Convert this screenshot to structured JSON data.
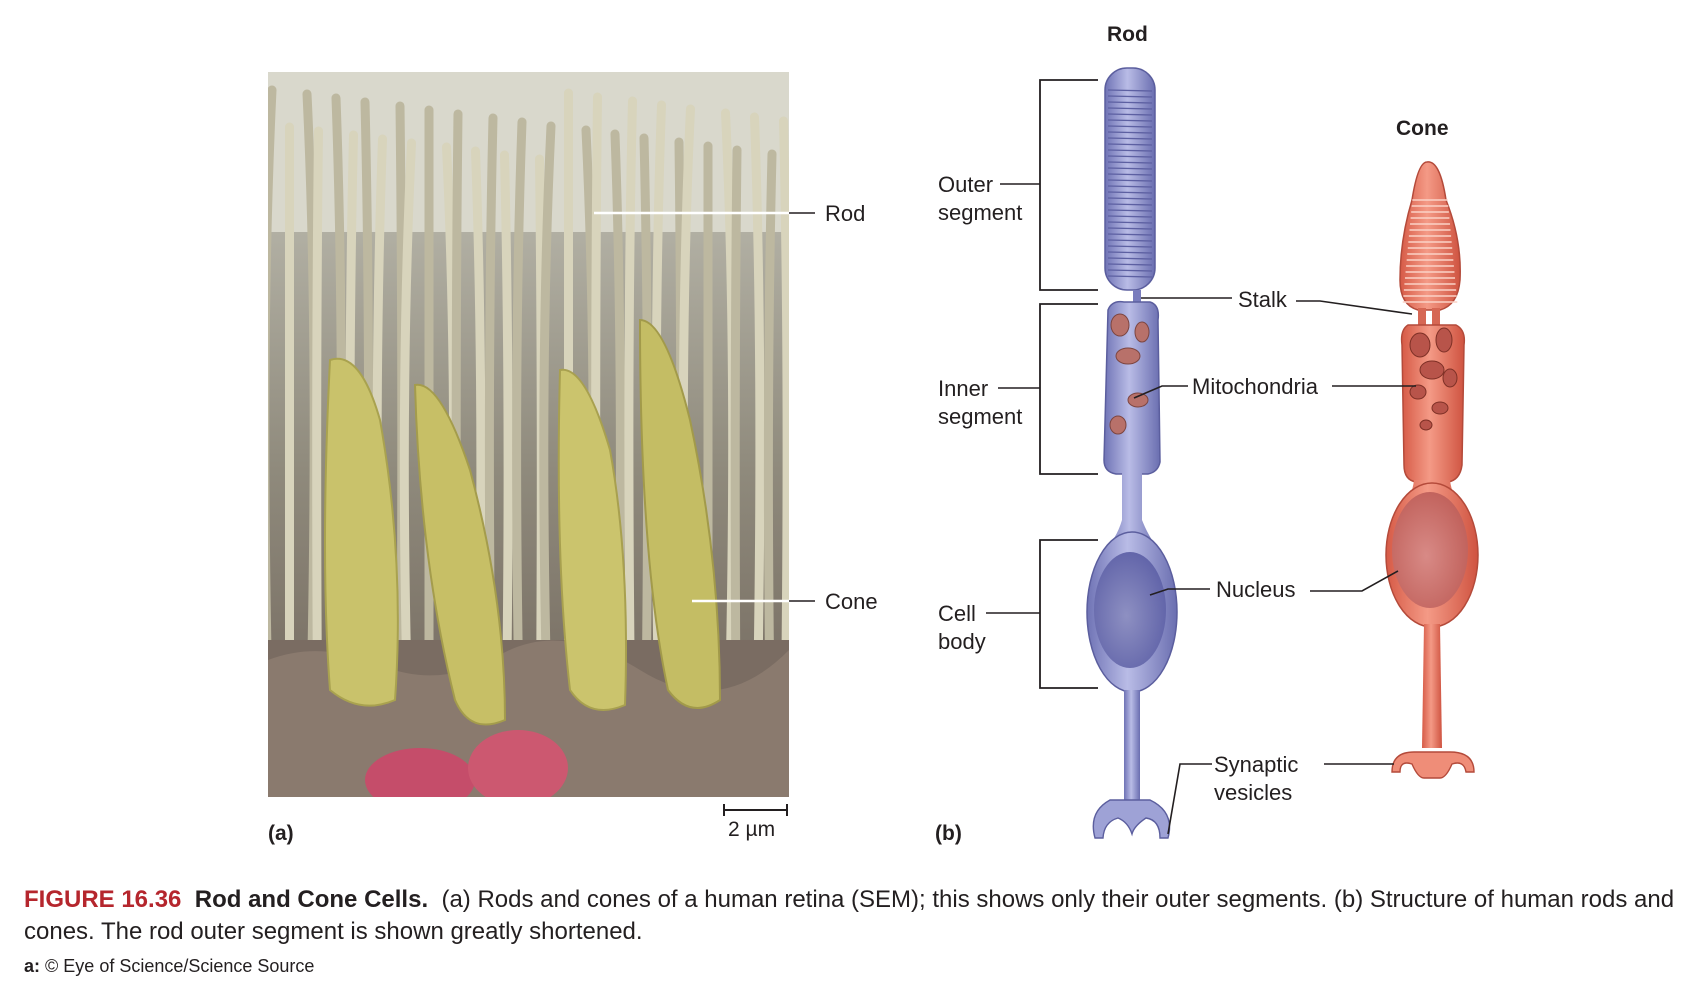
{
  "panel_a": {
    "label": "(a)",
    "labels": {
      "rod": "Rod",
      "cone": "Cone"
    },
    "scale_bar": "2 µm"
  },
  "panel_b": {
    "label": "(b)",
    "rod_title": "Rod",
    "cone_title": "Cone",
    "regions": {
      "outer_segment": [
        "Outer",
        "segment"
      ],
      "inner_segment": [
        "Inner",
        "segment"
      ],
      "cell_body": [
        "Cell",
        "body"
      ]
    },
    "structures": {
      "stalk": "Stalk",
      "mitochondria": "Mitochondria",
      "nucleus": "Nucleus",
      "synaptic_vesicles": [
        "Synaptic",
        "vesicles"
      ]
    }
  },
  "caption": {
    "figure_number": "FIGURE 16.36",
    "title": "Rod and Cone Cells.",
    "text": "(a) Rods and cones of a human retina (SEM); this shows only their outer segments. (b) Structure of human rods and cones. The rod outer segment is shown greatly shortened."
  },
  "credit": {
    "prefix": "a:",
    "text": "© Eye of Science/Science Source"
  },
  "colors": {
    "rod_cell": "#8f93cc",
    "cone_cell": "#e8735f",
    "sem_rod": "#cfcbb2",
    "sem_cone": "#c9c26b",
    "figure_accent": "#b5262d"
  }
}
